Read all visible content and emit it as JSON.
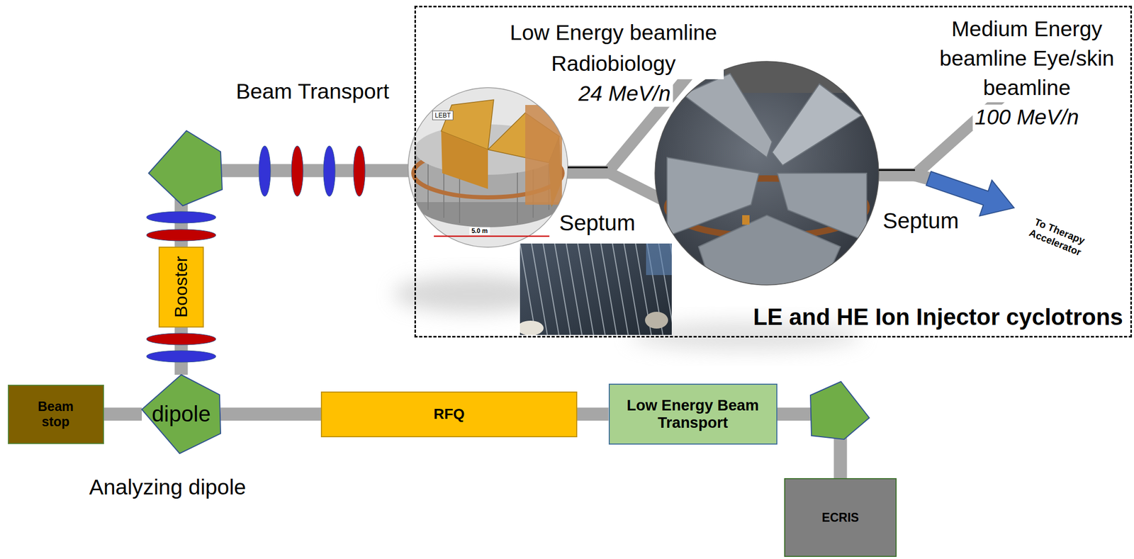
{
  "diagram": {
    "nodes": [
      {
        "text": [
          "LE and HE Ion Injector cyclotrons"
        ]
      },
      {
        "text": [
          "Booster"
        ]
      },
      {
        "text": [
          "Beam stop"
        ]
      },
      {
        "text": [
          "dipole"
        ]
      },
      {
        "text": [
          "RFQ"
        ]
      },
      {
        "text": [
          "Low Energy Beam Transport"
        ]
      },
      {
        "text": [
          "ECRIS"
        ]
      }
    ],
    "edges": [
      {
        "from": 6,
        "to": 5,
        "arrow": "none"
      },
      {
        "from": 5,
        "to": 4,
        "arrow": "none"
      },
      {
        "from": 4,
        "to": 3,
        "arrow": "none"
      },
      {
        "from": 3,
        "to": 2,
        "arrow": "none"
      },
      {
        "from": 3,
        "to": 1,
        "arrow": "none"
      },
      {
        "from": 1,
        "to": 0,
        "arrow": "none"
      }
    ],
    "labels": [
      "Beam Transport",
      "Low Energy beamline Radiobiology",
      "24 MeV/n",
      "Medium Energy beamline Eye/skin beamline",
      "100 MeV/n",
      "LEBT",
      "5.0 m",
      "Septum",
      "Septum",
      "To Therapy Accelerator",
      "Analyzing dipole"
    ]
  }
}
